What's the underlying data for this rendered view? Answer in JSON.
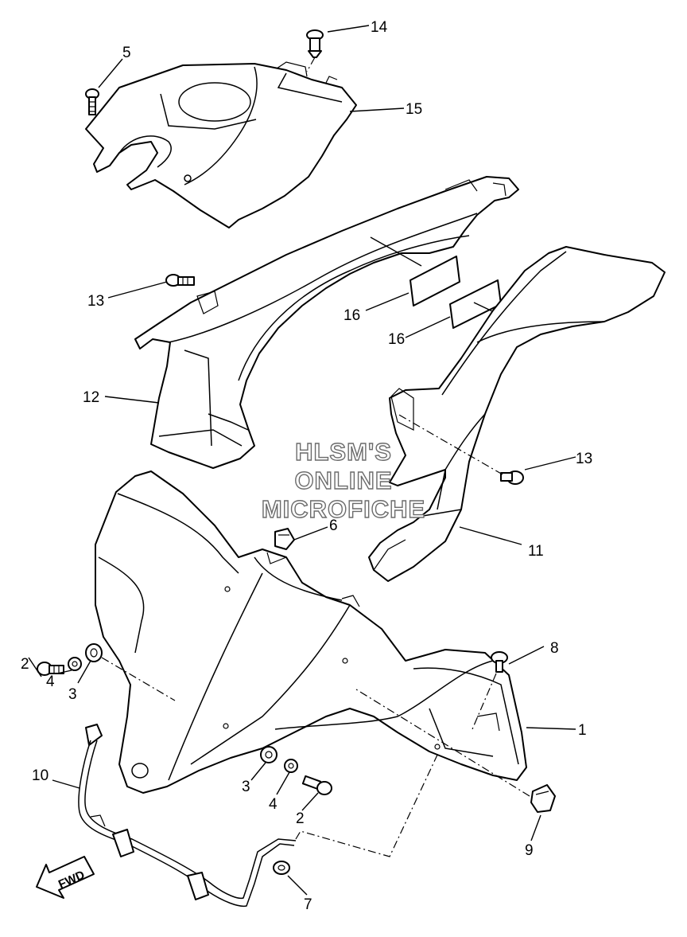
{
  "diagram": {
    "callouts": [
      {
        "id": "c1",
        "label": "1"
      },
      {
        "id": "c2a",
        "label": "2"
      },
      {
        "id": "c2b",
        "label": "2"
      },
      {
        "id": "c3a",
        "label": "3"
      },
      {
        "id": "c3b",
        "label": "3"
      },
      {
        "id": "c4a",
        "label": "4"
      },
      {
        "id": "c4b",
        "label": "4"
      },
      {
        "id": "c5",
        "label": "5"
      },
      {
        "id": "c6",
        "label": "6"
      },
      {
        "id": "c7",
        "label": "7"
      },
      {
        "id": "c8",
        "label": "8"
      },
      {
        "id": "c9",
        "label": "9"
      },
      {
        "id": "c10",
        "label": "10"
      },
      {
        "id": "c11",
        "label": "11"
      },
      {
        "id": "c12",
        "label": "12"
      },
      {
        "id": "c13a",
        "label": "13"
      },
      {
        "id": "c13b",
        "label": "13"
      },
      {
        "id": "c14",
        "label": "14"
      },
      {
        "id": "c15",
        "label": "15"
      },
      {
        "id": "c16a",
        "label": "16"
      },
      {
        "id": "c16b",
        "label": "16"
      }
    ]
  },
  "watermark": {
    "line1": "HLSM'S",
    "line2": "ONLINE",
    "line3": "MICROFICHE"
  },
  "direction_arrow": {
    "label": "FWD"
  }
}
